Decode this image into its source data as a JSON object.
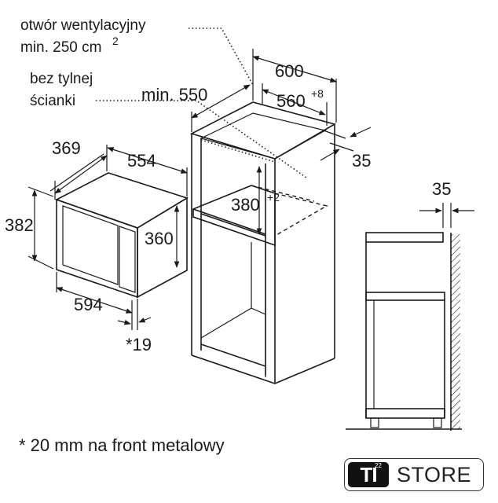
{
  "labels": {
    "vent_line1": "otwór wentylacyjny",
    "vent_line2": "min. 250 cm",
    "vent_sup": "2",
    "nowall_line1": "bez tylnej",
    "nowall_line2": "ścianki",
    "dim_600": "600",
    "dim_min550": "min. 550",
    "dim_560": "560",
    "dim_560_sup": "+8",
    "dim_35_cab": "35",
    "dim_380": "380",
    "dim_380_sup": "+2",
    "dim_369": "369",
    "dim_554": "554",
    "dim_382": "382",
    "dim_360": "360",
    "dim_594": "594",
    "dim_19": "*19",
    "dim_35_side": "35",
    "footnote": "* 20 mm na front metalowy"
  },
  "logo": {
    "brand": "TI",
    "brand_sup": "22",
    "store": "STORE"
  }
}
